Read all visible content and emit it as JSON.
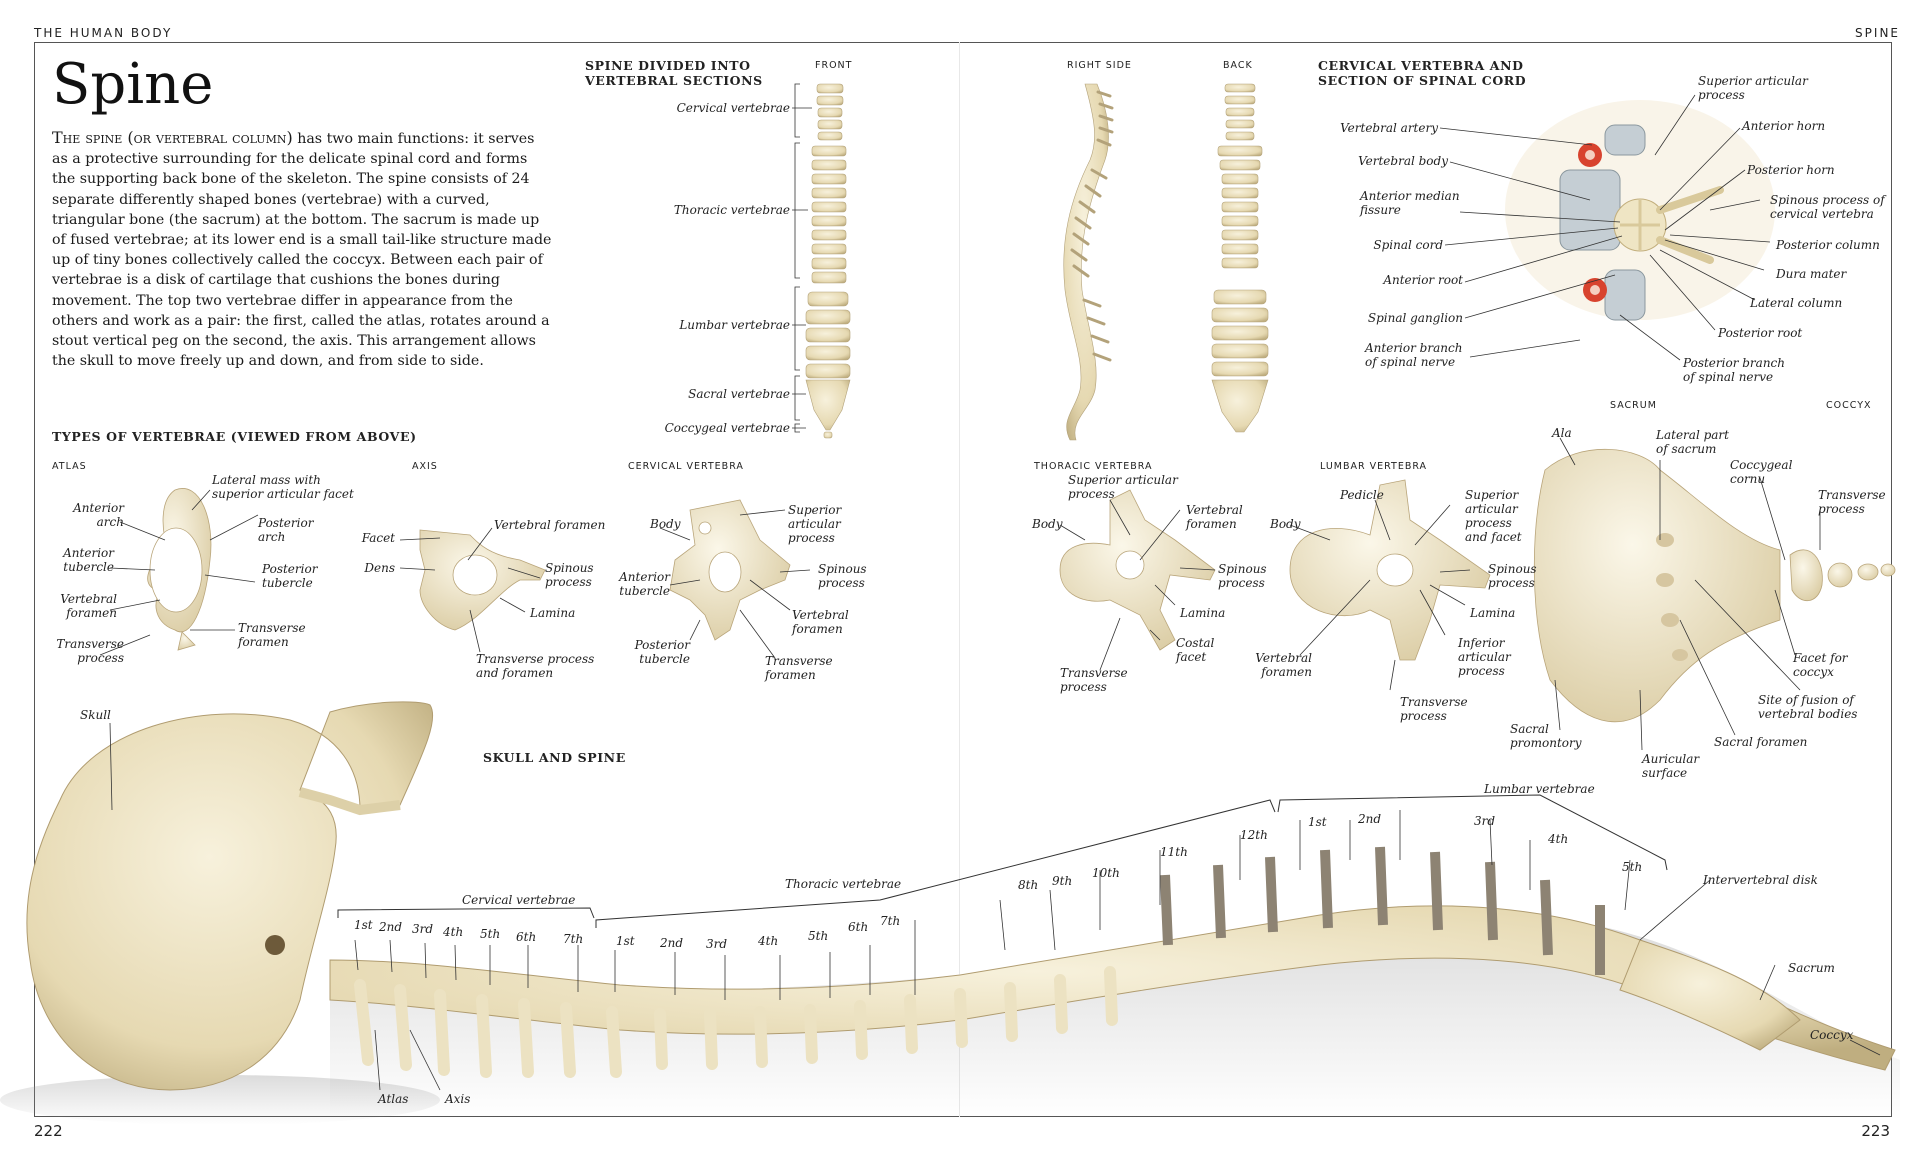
{
  "header": {
    "left": "THE HUMAN BODY",
    "right": "SPINE"
  },
  "page": {
    "title": "Spine",
    "left_number": "222",
    "right_number": "223"
  },
  "intro": {
    "lead": "The spine (or vertebral column)",
    "text": " has two main functions: it serves as a protective surrounding for the delicate spinal cord and forms the supporting back bone of the skeleton. The spine consists of 24 separate differently shaped bones (vertebrae) with a curved, triangular bone (the sacrum) at the bottom. The sacrum is made up of fused vertebrae; at its lower end is a small tail-like structure made up of tiny bones collectively called the coccyx. Between each pair of vertebrae is a disk of cartilage that cushions the bones during movement. The top two vertebrae differ in appearance from the others and work as a pair: the first, called the atlas, rotates around a stout vertical peg on the second, the axis. This arrangement allows the skull to move freely up and down, and from side to side."
  },
  "sections": {
    "heading": "SPINE DIVIDED INTO\nVERTEBRAL SECTIONS",
    "front": "FRONT",
    "right_side": "RIGHT SIDE",
    "back": "BACK",
    "labels": [
      "Cervical vertebrae",
      "Thoracic vertebrae",
      "Lumbar vertebrae",
      "Sacral vertebrae",
      "Coccygeal vertebrae"
    ]
  },
  "types": {
    "heading": "TYPES OF VERTEBRAE (VIEWED FROM ABOVE)",
    "atlas": "ATLAS",
    "axis": "AXIS",
    "cervical": "CERVICAL VERTEBRA",
    "thoracic": "THORACIC VERTEBRA",
    "lumbar": "LUMBAR VERTEBRA"
  },
  "atlas_labels": [
    "Lateral mass with\nsuperior articular facet",
    "Anterior\narch",
    "Posterior\narch",
    "Anterior\ntubercle",
    "Posterior\ntubercle",
    "Vertebral\nforamen",
    "Transverse\nprocess",
    "Transverse\nforamen"
  ],
  "axis_labels": [
    "Facet",
    "Dens",
    "Vertebral foramen",
    "Spinous\nprocess",
    "Lamina",
    "Transverse process\nand foramen"
  ],
  "cervical_labels": [
    "Body",
    "Superior\narticular\nprocess",
    "Spinous\nprocess",
    "Anterior\ntubercle",
    "Vertebral\nforamen",
    "Posterior\ntubercle",
    "Transverse\nforamen"
  ],
  "thoracic_labels": [
    "Superior articular\nprocess",
    "Body",
    "Vertebral\nforamen",
    "Spinous\nprocess",
    "Lamina",
    "Costal\nfacet",
    "Transverse\nprocess"
  ],
  "lumbar_labels": [
    "Pedicle",
    "Body",
    "Superior\narticular\nprocess\nand facet",
    "Spinous\nprocess",
    "Lamina",
    "Vertebral\nforamen",
    "Inferior\narticular\nprocess",
    "Transverse\nprocess"
  ],
  "cord": {
    "heading": "CERVICAL VERTEBRA AND\nSECTION OF SPINAL CORD",
    "left": [
      "Vertebral artery",
      "Vertebral body",
      "Anterior median\nfissure",
      "Spinal cord",
      "Anterior root",
      "Spinal ganglion",
      "Anterior branch\nof spinal nerve"
    ],
    "right": [
      "Superior articular\nprocess",
      "Anterior horn",
      "Posterior horn",
      "Spinous process of\ncervical vertebra",
      "Posterior column",
      "Dura mater",
      "Lateral column",
      "Posterior root",
      "Posterior branch\nof spinal nerve"
    ]
  },
  "sacrum": {
    "sacrum": "SACRUM",
    "coccyx": "COCCYX",
    "labels": [
      "Ala",
      "Lateral part\nof sacrum",
      "Coccygeal\ncornu",
      "Transverse\nprocess",
      "Facet for\ncoccyx",
      "Site of fusion of\nvertebral bodies",
      "Sacral foramen",
      "Sacral\npromontory",
      "Auricular\nsurface"
    ]
  },
  "skull": {
    "heading": "SKULL AND SPINE",
    "skull": "Skull",
    "cervical": "Cervical vertebrae",
    "thoracic": "Thoracic vertebrae",
    "lumbar": "Lumbar vertebrae",
    "atlas": "Atlas",
    "axis": "Axis",
    "disk": "Intervertebral disk",
    "sacrum": "Sacrum",
    "coccyx": "Coccyx",
    "c_nums": [
      "1st",
      "2nd",
      "3rd",
      "4th",
      "5th",
      "6th",
      "7th"
    ],
    "t_nums": [
      "1st",
      "2nd",
      "3rd",
      "4th",
      "5th",
      "6th",
      "7th",
      "8th",
      "9th",
      "10th",
      "11th",
      "12th"
    ],
    "l_nums": [
      "1st",
      "2nd",
      "3rd",
      "4th",
      "5th"
    ]
  },
  "colors": {
    "bone": "#ece2c2",
    "bone_shadow": "#c9b98f",
    "disk": "#8d8373",
    "marrow": "#d8432e",
    "line": "#333333"
  }
}
